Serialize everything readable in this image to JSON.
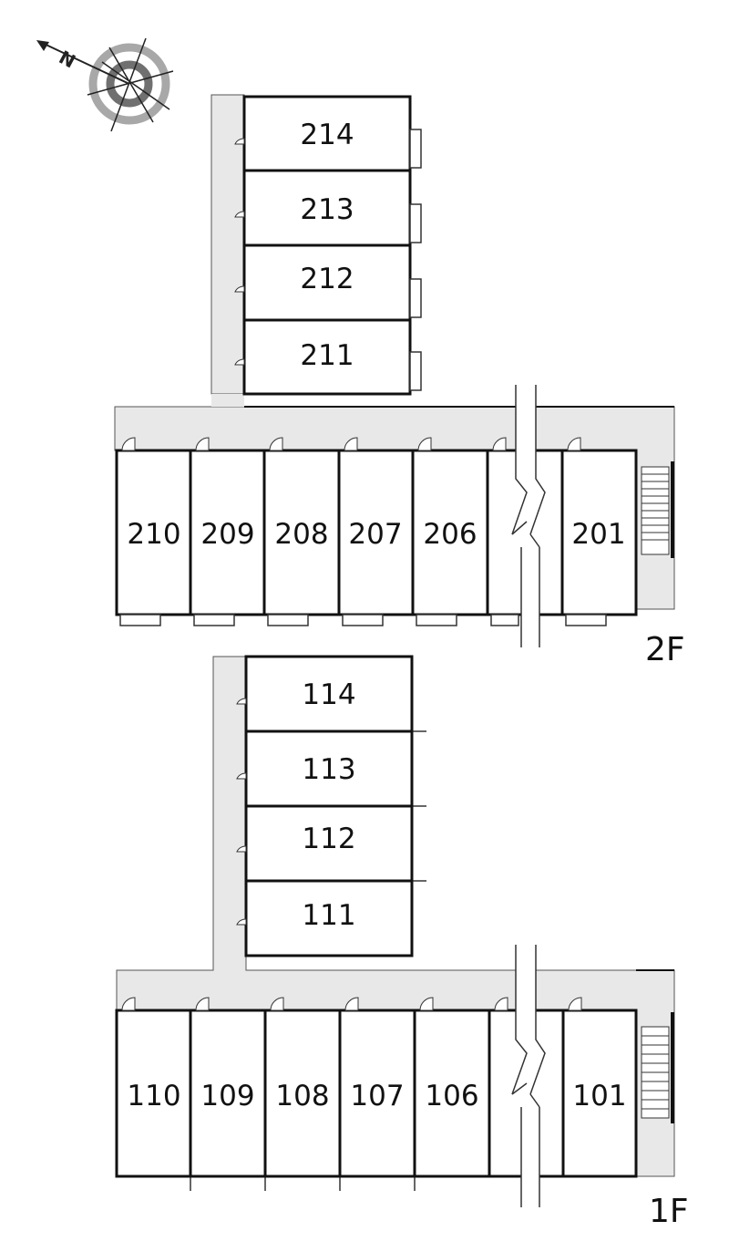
{
  "compass": {
    "north_label": "N",
    "icon": "compass-rose-icon"
  },
  "floors": [
    {
      "label": "2F",
      "wing_rooms": [
        "214",
        "213",
        "212",
        "211"
      ],
      "row_rooms": [
        "210",
        "209",
        "208",
        "207",
        "206",
        "",
        "201"
      ]
    },
    {
      "label": "1F",
      "wing_rooms": [
        "114",
        "113",
        "112",
        "111"
      ],
      "row_rooms": [
        "110",
        "109",
        "108",
        "107",
        "106",
        "",
        "101"
      ]
    }
  ],
  "colors": {
    "corridor": "#e8e8e8",
    "wall": "#111111",
    "compass_gray": "#a0a0a0",
    "compass_dark": "#707070"
  }
}
